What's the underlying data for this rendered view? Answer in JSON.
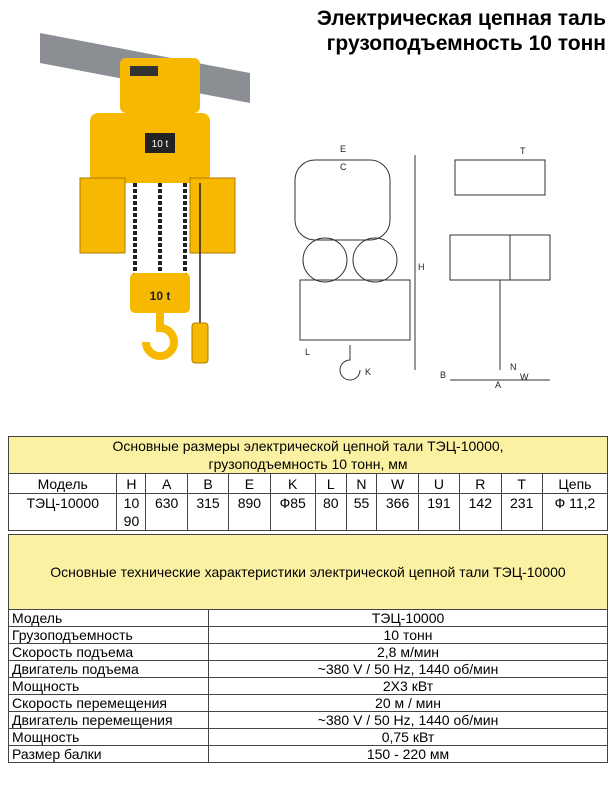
{
  "title": {
    "line1": "Электрическая цепная таль",
    "line2": "грузоподъемность 10 тонн"
  },
  "photo": {
    "hoist_badge": "10 t",
    "block_badge": "10 t"
  },
  "drawing": {
    "labels": [
      "E",
      "C",
      "H",
      "K",
      "L",
      "T",
      "B",
      "A",
      "N",
      "W"
    ]
  },
  "dimensions": {
    "caption_line1": "Основные размеры электрической цепной тали ТЭЦ-10000,",
    "caption_line2": "грузоподъемность 10 тонн, мм",
    "headers": [
      "Модель",
      "H",
      "A",
      "B",
      "E",
      "K",
      "L",
      "N",
      "W",
      "U",
      "R",
      "T",
      "Цепь"
    ],
    "values": [
      "ТЭЦ-10000",
      "1090",
      "630",
      "315",
      "890",
      "Ф85",
      "80",
      "55",
      "366",
      "191",
      "142",
      "231",
      "Ф 11,2"
    ]
  },
  "specs": {
    "caption": "Основные технические характеристики электрической цепной тали ТЭЦ-10000",
    "rows": [
      {
        "label": "Модель",
        "value": "ТЭЦ-10000"
      },
      {
        "label": "Грузоподъемность",
        "value": "10 тонн"
      },
      {
        "label": "Скорость подъема",
        "value": "2,8 м/мин"
      },
      {
        "label": "Двигатель подъема",
        "value": "~380 V / 50 Hz, 1440 об/мин"
      },
      {
        "label": "Мощность",
        "value": "2X3 кВт"
      },
      {
        "label": "Скорость перемещения",
        "value": "20 м / мин"
      },
      {
        "label": "Двигатель перемещения",
        "value": "~380 V / 50 Hz, 1440 об/мин"
      },
      {
        "label": "Мощность",
        "value": "0,75 кВт"
      },
      {
        "label": "Размер балки",
        "value": "150 - 220 мм"
      }
    ]
  },
  "colors": {
    "caption_bg": "#fbf1a3",
    "hoist_yellow": "#f7b800",
    "beam_gray": "#8b8f94"
  }
}
